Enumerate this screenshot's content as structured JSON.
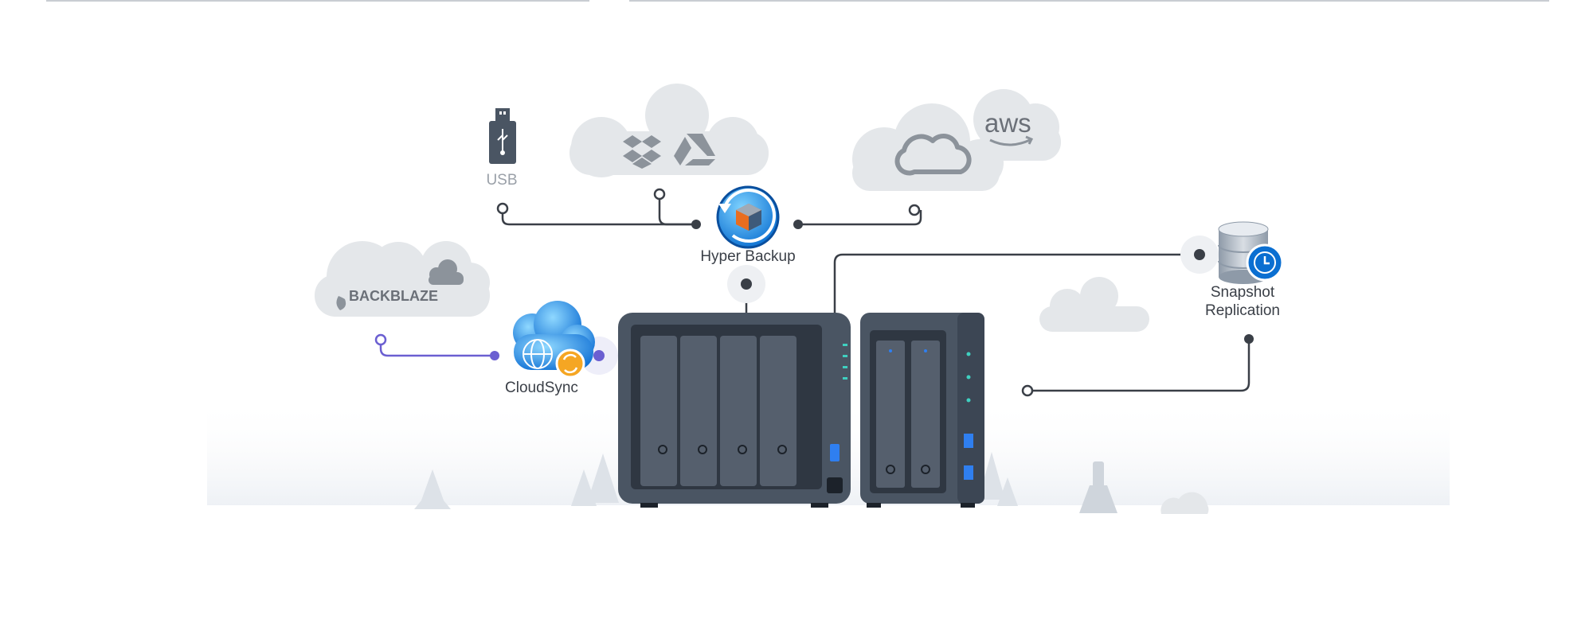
{
  "labels": {
    "usb": "USB",
    "hyper_backup": "Hyper Backup",
    "cloudsync": "CloudSync",
    "snapshot_line1": "Snapshot",
    "snapshot_line2": "Replication"
  },
  "cloud_brands": {
    "backblaze": "BACKBLAZE",
    "aws": "aws"
  },
  "icons": [
    "usb-icon",
    "dropbox-icon",
    "google-drive-icon",
    "generic-cloud-icon",
    "aws-logo",
    "backblaze-logo",
    "hyper-backup-icon",
    "cloudsync-icon",
    "snapshot-replication-icon",
    "nas-4bay",
    "nas-2bay"
  ],
  "colors": {
    "line_dark": "#3a3f47",
    "line_purple": "#6b5fd1",
    "cloud": "#e4e7ea",
    "nas_body": "#4a5563",
    "nas_dark": "#2f3742",
    "accent_teal": "#3fd0c0",
    "accent_blue": "#2f7ff0"
  }
}
